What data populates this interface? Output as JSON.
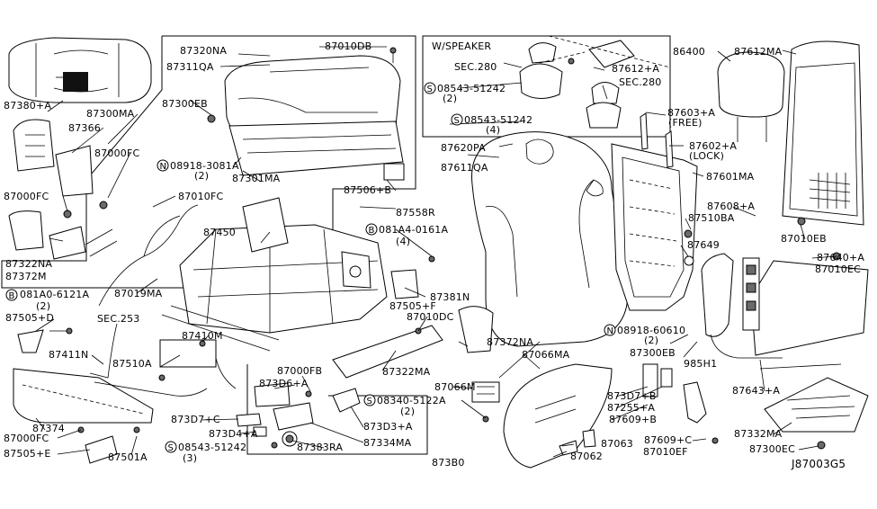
{
  "diagram_code": "J87003G5",
  "inset_title": "W/SPEAKER",
  "labels": {
    "p87380A": "87380+A",
    "p87300MA": "87300MA",
    "p87366": "87366",
    "p87000FC_a": "87000FC",
    "p87000FC_b": "87000FC",
    "p87322NA": "87322NA",
    "p87372M": "87372M",
    "p081A0": "081A0-6121A",
    "p081A0q": "(2)",
    "p87505D": "87505+D",
    "p87411N": "87411N",
    "p87374": "87374",
    "p87000FC_c": "87000FC",
    "p87505E": "87505+E",
    "p87501A": "87501A",
    "p87320NA": "87320NA",
    "p87311QA": "87311QA",
    "p87300EB_a": "87300EB",
    "p08918_3081A": "08918-3081A",
    "p08918_3081Aq": "(2)",
    "p87301MA": "87301MA",
    "p87010FC": "87010FC",
    "p87019MA": "87019MA",
    "p87450": "87450",
    "p87010DB": "87010DB",
    "p87506B": "87506+B",
    "p87558R": "87558R",
    "p081A4": "081A4-0161A",
    "p081A4q": "(4)",
    "pSEC253": "SEC.253",
    "p87410M": "87410M",
    "p87510A": "87510A",
    "p87000FB": "87000FB",
    "p873D6A": "873D6+A",
    "p873D7C": "873D7+C",
    "p873D4A": "873D4+A",
    "p08543_51242_c": "08543-51242",
    "p08543_51242_cq": "(3)",
    "p87383RA": "87383RA",
    "p87334MA": "87334MA",
    "p873D3A": "873D3+A",
    "p87505F": "87505+F",
    "p87010DC": "87010DC",
    "p87381N": "87381N",
    "p87322MA": "87322MA",
    "p87372NA": "87372NA",
    "p87066MA": "87066MA",
    "p87066M": "87066M",
    "p08340": "08340-5122A",
    "p08340q": "(2)",
    "p873B0": "873B0",
    "pSEC280_a": "SEC.280",
    "pSEC280_b": "SEC.280",
    "p08543_51242_a": "08543-51242",
    "p08543_51242_aq": "(2)",
    "p08543_51242_b": "08543-51242",
    "p08543_51242_bq": "(4)",
    "p87612A": "87612+A",
    "p87620PA": "87620PA",
    "p87611QA": "87611QA",
    "p86400": "86400",
    "p87612MA": "87612MA",
    "p87603A": "87603+A",
    "p87603Aq": "(FREE)",
    "p87602A": "87602+A",
    "p87602Aq": "(LOCK)",
    "p87601MA": "87601MA",
    "p87608A": "87608+A",
    "p87510BA": "87510BA",
    "p87649": "87649",
    "p87010EB": "87010EB",
    "p87640A": "87640+A",
    "p87010EC": "87010EC",
    "p08918_60610": "08918-60610",
    "p08918_60610q": "(2)",
    "p87300EB_b": "87300EB",
    "p985H1": "985H1",
    "p873D7B": "873D7+B",
    "p87255A": "87255+A",
    "p87609B": "87609+B",
    "p87609C": "87609+C",
    "p87010EF": "87010EF",
    "p87643A": "87643+A",
    "p87332MA": "87332MA",
    "p87300EC": "87300EC",
    "p87063": "87063",
    "p87062": "87062"
  },
  "markers": {
    "N": "N",
    "B": "B",
    "S": "S"
  }
}
